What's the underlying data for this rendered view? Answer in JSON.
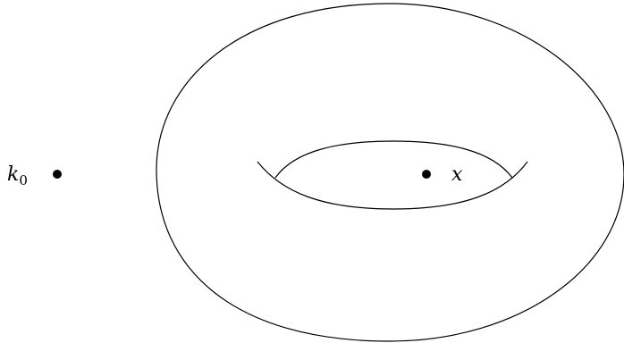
{
  "labels": {
    "k_main": "k",
    "k_sub": "0",
    "x": "x"
  },
  "colors": {
    "stroke": "#000000",
    "background": "#ffffff"
  }
}
